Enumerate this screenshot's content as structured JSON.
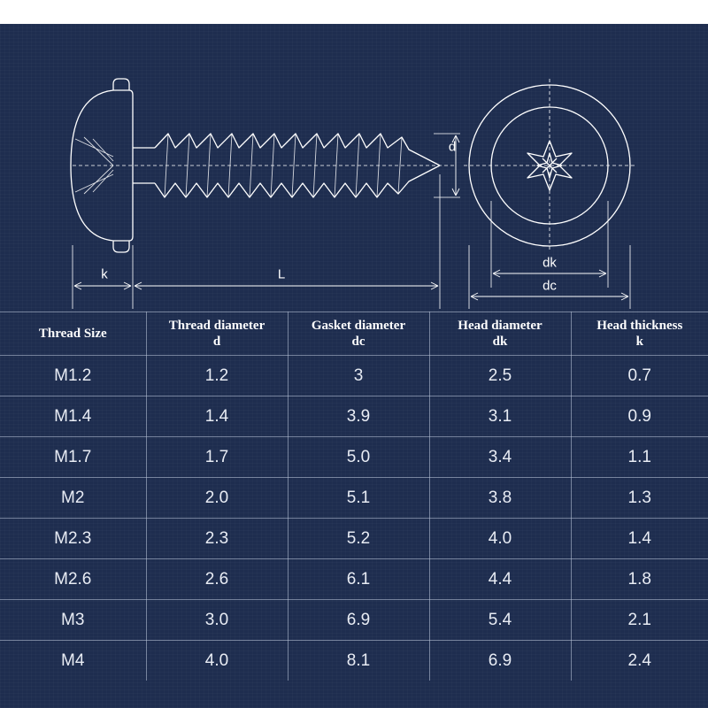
{
  "diagram": {
    "labels": {
      "d": "d",
      "k": "k",
      "L": "L",
      "dk": "dk",
      "dc": "dc"
    }
  },
  "table": {
    "headers": [
      {
        "title": "Thread Size",
        "symbol": ""
      },
      {
        "title": "Thread diameter",
        "symbol": "d"
      },
      {
        "title": "Gasket diameter",
        "symbol": "dc"
      },
      {
        "title": "Head diameter",
        "symbol": "dk"
      },
      {
        "title": "Head thickness",
        "symbol": "k"
      }
    ],
    "rows": [
      [
        "M1.2",
        "1.2",
        "3",
        "2.5",
        "0.7"
      ],
      [
        "M1.4",
        "1.4",
        "3.9",
        "3.1",
        "0.9"
      ],
      [
        "M1.7",
        "1.7",
        "5.0",
        "3.4",
        "1.1"
      ],
      [
        "M2",
        "2.0",
        "5.1",
        "3.8",
        "1.3"
      ],
      [
        "M2.3",
        "2.3",
        "5.2",
        "4.0",
        "1.4"
      ],
      [
        "M2.6",
        "2.6",
        "6.1",
        "4.4",
        "1.8"
      ],
      [
        "M3",
        "3.0",
        "6.9",
        "5.4",
        "2.1"
      ],
      [
        "M4",
        "4.0",
        "8.1",
        "6.9",
        "2.4"
      ]
    ]
  },
  "colors": {
    "background": "#1e2d4f",
    "line": "#ffffff"
  }
}
